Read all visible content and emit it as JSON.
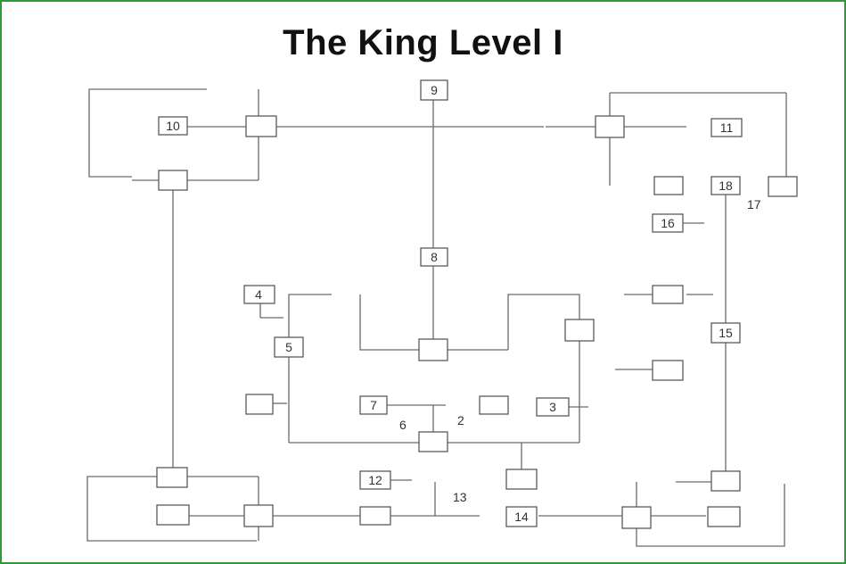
{
  "title": "The King Level I",
  "labels": {
    "box_9": "9",
    "box_10": "10",
    "box_11": "11",
    "box_18": "18",
    "box_16": "16",
    "box_8": "8",
    "box_4": "4",
    "box_5": "5",
    "box_15": "15",
    "box_7": "7",
    "box_3": "3",
    "box_12": "12",
    "box_14": "14",
    "n17": "17",
    "n6": "6",
    "n2": "2",
    "n13": "13"
  },
  "colors": {
    "frame": "#2e9a3e",
    "lines": "#6a6a6a",
    "text": "#333333"
  }
}
